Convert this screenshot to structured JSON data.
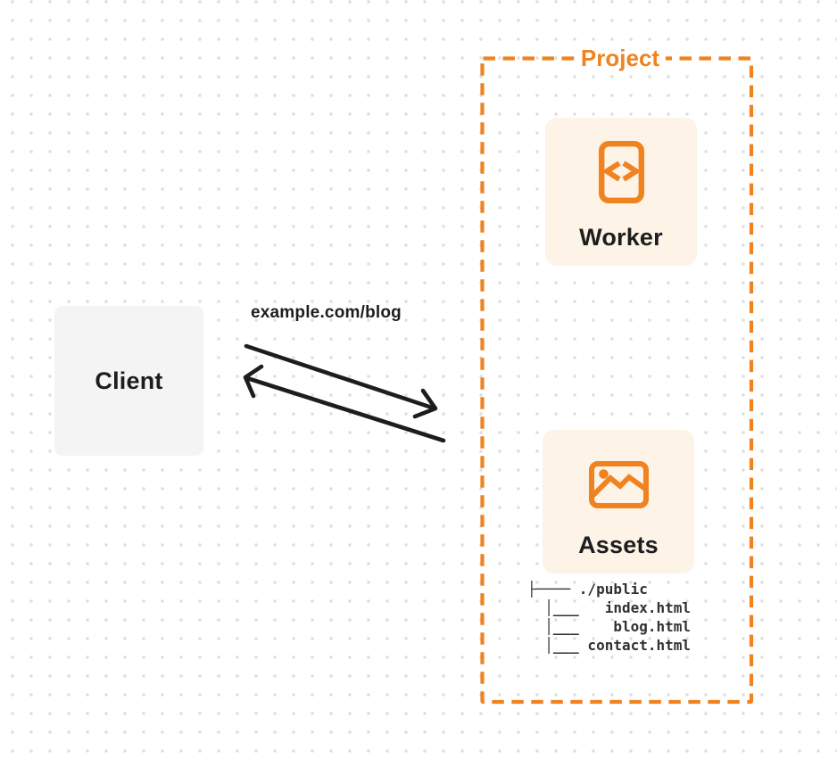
{
  "colors": {
    "accent": "#F0821F",
    "card_bg": "#FDF3E7",
    "client_bg": "#F4F4F5",
    "ink": "#1D1D1F",
    "tree_ink": "#303032",
    "dot": "#DFDFE0",
    "canvas_bg": "#FFFFFF"
  },
  "client": {
    "label": "Client"
  },
  "request": {
    "url_label": "example.com/blog"
  },
  "project": {
    "label": "Project",
    "worker": {
      "label": "Worker",
      "icon": "code-file-icon"
    },
    "assets": {
      "label": "Assets",
      "icon": "image-icon",
      "file_tree": [
        "├──── ./public",
        "  │___   index.html",
        "  │___    blog.html",
        "  │___ contact.html"
      ]
    }
  }
}
